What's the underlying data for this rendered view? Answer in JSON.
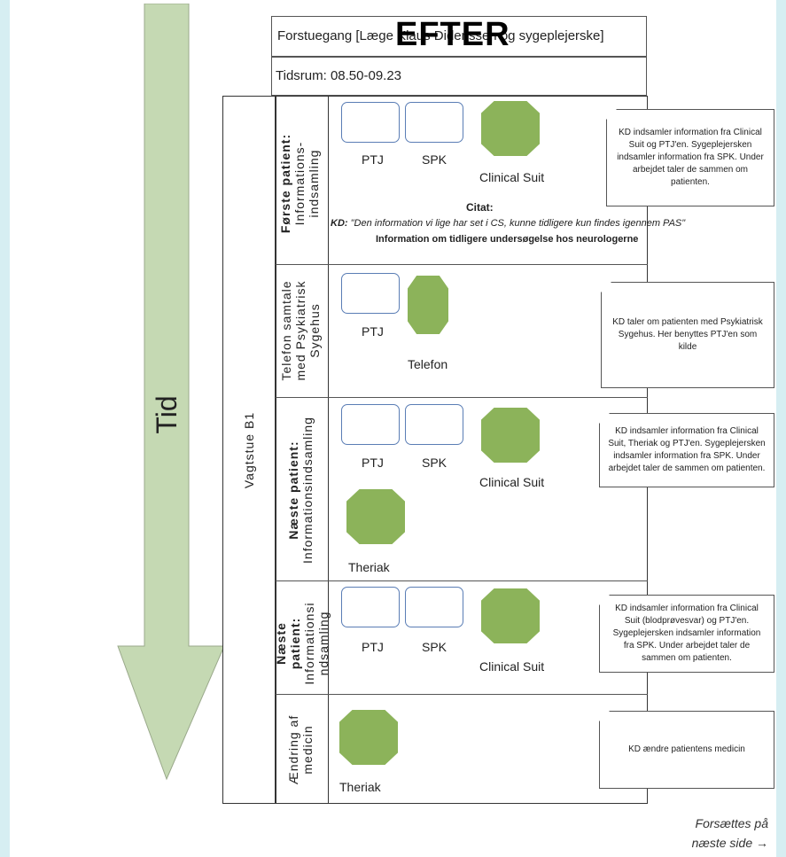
{
  "timeline": {
    "label": "Tid"
  },
  "header": {
    "title": "Forstuegang [Læge Klaus Didenssen og sygeplejerske]",
    "overlay": "EFTER",
    "timespan": "Tidsrum: 08.50-09.23"
  },
  "room": {
    "label": "Vagtstue B1"
  },
  "lanes": [
    {
      "title": "Første patient:",
      "sub1": "Informations-",
      "sub2": "indsamling",
      "icons": {
        "rect1": "PTJ",
        "rect2": "SPK",
        "oct1": "Clinical Suit"
      },
      "quote": {
        "heading": "Citat:",
        "speaker": "KD:",
        "text": "\"Den information vi lige har set i CS, kunne tidligere kun findes igennem PAS\"",
        "subtext": "Information om tidligere undersøgelse hos neurologerne"
      },
      "note": "KD indsamler information fra Clinical Suit og PTJ'en. Sygeplejersken indsamler information fra SPK. Under arbejdet taler de sammen om patienten."
    },
    {
      "title": "Telefon samtale",
      "sub1": "med Psykiatrisk",
      "sub2": "Sygehus",
      "icons": {
        "rect1": "PTJ",
        "oct1": "Telefon"
      },
      "note": "KD taler om patienten med Psykiatrisk Sygehus. Her benyttes PTJ'en som kilde"
    },
    {
      "title": "Næste patient:",
      "sub1": "Informationsindsamling",
      "icons": {
        "rect1": "PTJ",
        "rect2": "SPK",
        "oct1": "Clinical Suit",
        "oct2": "Theriak"
      },
      "note": "KD indsamler information fra Clinical Suit, Theriak og PTJ'en. Sygeplejersken indsamler information fra SPK. Under arbejdet taler de sammen om patienten."
    },
    {
      "title": "Næste",
      "title2": "patient:",
      "sub1": "Informationsi",
      "sub2": "ndsamling",
      "icons": {
        "rect1": "PTJ",
        "rect2": "SPK",
        "oct1": "Clinical Suit"
      },
      "note": "KD indsamler information fra Clinical Suit (blodprøvesvar) og PTJ'en. Sygeplejersken indsamler information fra SPK. Under arbejdet taler de sammen om patienten."
    },
    {
      "title": "Ændring af",
      "sub1": "medicin",
      "icons": {
        "oct1": "Theriak"
      },
      "note": "KD ændre patientens medicin"
    }
  ],
  "footer": {
    "line1": "Forsættes på",
    "line2": "næste side →"
  },
  "colors": {
    "arrow": "#c5d9b3",
    "icon_green": "#8cb35a",
    "icon_border": "#5a7db5"
  }
}
